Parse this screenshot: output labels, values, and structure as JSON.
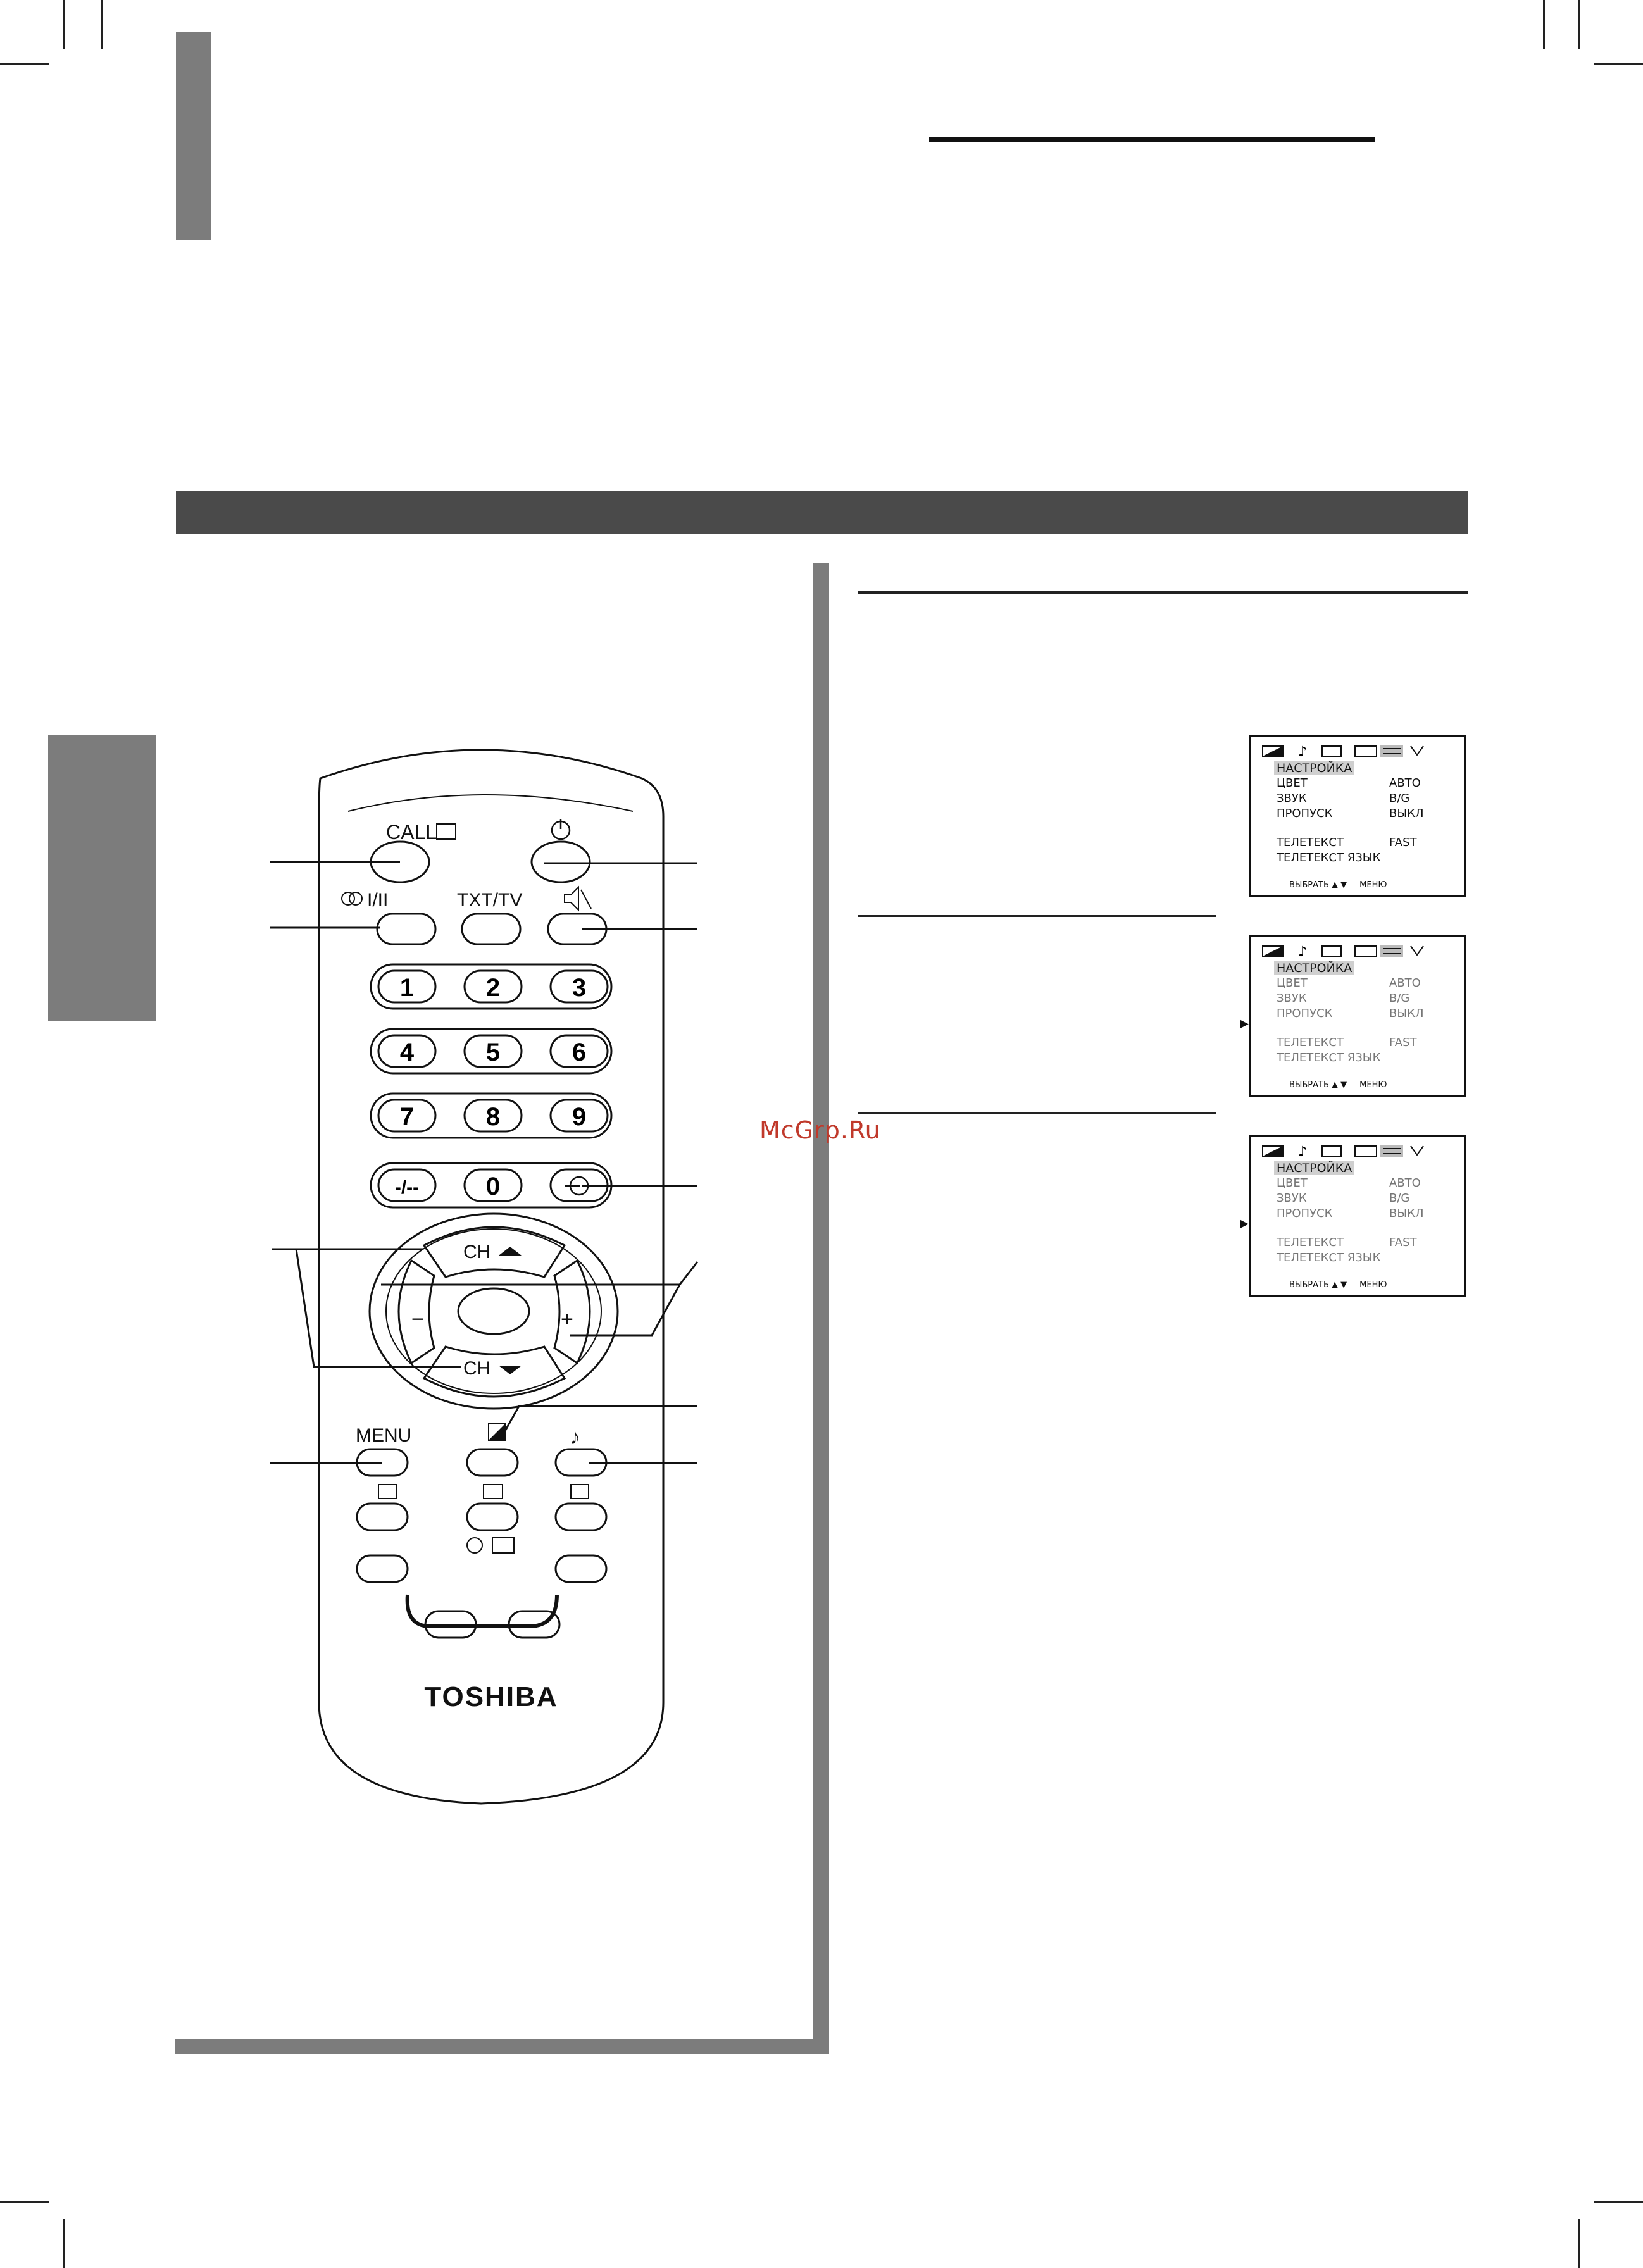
{
  "watermark": "McGrp.Ru",
  "remote": {
    "brand": "TOSHIBA",
    "labels": {
      "call": "CALL",
      "mono_stereo": "I/II",
      "txt_tv": "TXT/TV",
      "menu": "MENU",
      "ch_up": "CH",
      "ch_down": "CH",
      "dash": "-/--"
    },
    "digits": [
      "1",
      "2",
      "3",
      "4",
      "5",
      "6",
      "7",
      "8",
      "9",
      "0"
    ],
    "vol_minus": "−",
    "vol_plus": "+"
  },
  "osd_panels": [
    {
      "title": "НАСТРОЙКА",
      "rows": [
        {
          "label": "ЦВЕТ",
          "value": "АВТО"
        },
        {
          "label": "ЗВУК",
          "value": "B/G"
        },
        {
          "label": "ПРОПУСК",
          "value": "ВЫКЛ"
        },
        {
          "label": "ТЕЛЕТЕКСТ",
          "value": "FAST"
        },
        {
          "label": "ТЕЛЕТЕКСТ ЯЗЫК",
          "value": ""
        }
      ],
      "footer_select": "ВЫБРАТЬ ▲ ▼",
      "footer_menu": "МЕНЮ",
      "cursor": ""
    },
    {
      "title": "НАСТРОЙКА",
      "rows": [
        {
          "label": "ЦВЕТ",
          "value": "АВТО"
        },
        {
          "label": "ЗВУК",
          "value": "B/G"
        },
        {
          "label": "ПРОПУСК",
          "value": "ВЫКЛ"
        },
        {
          "label": "ТЕЛЕТЕКСТ",
          "value": "FAST"
        },
        {
          "label": "ТЕЛЕТЕКСТ ЯЗЫК",
          "value": ""
        }
      ],
      "footer_select": "ВЫБРАТЬ ▲ ▼",
      "footer_menu": "МЕНЮ",
      "cursor": "▶"
    },
    {
      "title": "НАСТРОЙКА",
      "rows": [
        {
          "label": "ЦВЕТ",
          "value": "АВТО"
        },
        {
          "label": "ЗВУК",
          "value": "B/G"
        },
        {
          "label": "ПРОПУСК",
          "value": "ВЫКЛ"
        },
        {
          "label": "ТЕЛЕТЕКСТ",
          "value": "FAST"
        },
        {
          "label": "ТЕЛЕТЕКСТ ЯЗЫК",
          "value": ""
        }
      ],
      "footer_select": "ВЫБРАТЬ ▲ ▼",
      "footer_menu": "МЕНЮ",
      "cursor": "▶"
    }
  ],
  "colors": {
    "band": "#4a4a4a",
    "tab": "#7c7c7c",
    "watermark": "#c0392b"
  }
}
